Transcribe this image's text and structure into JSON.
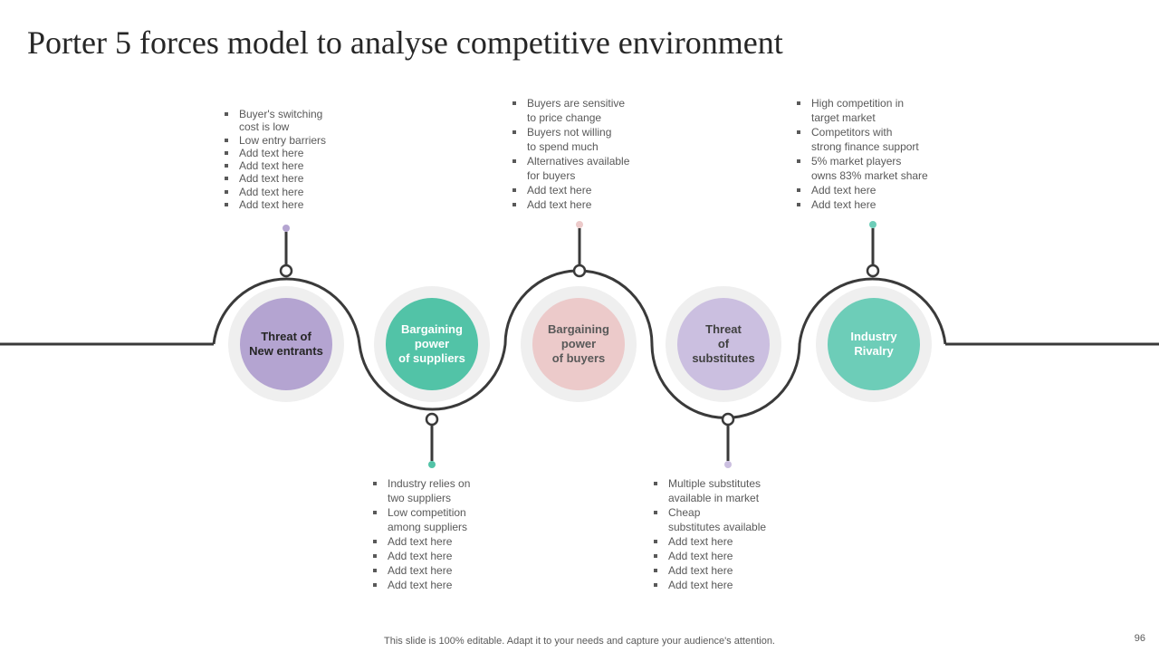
{
  "title": "Porter 5 forces model to analyse competitive environment",
  "colors": {
    "purple": "#b4a4d1",
    "teal": "#52c3a7",
    "pink": "#eccaca",
    "lavender": "#cbbfe0",
    "mint": "#6dcdb8",
    "line": "#3a3a3a",
    "halo": "#efefef"
  },
  "forces": [
    {
      "label": "Threat of\nNew entrants",
      "bullets": [
        "Buyer's switching\ncost is low",
        "Low entry barriers",
        "Add text here",
        "Add text here",
        "Add text here",
        "Add text here",
        "Add text here"
      ]
    },
    {
      "label": "Bargaining\npower\nof suppliers",
      "bullets": [
        "Industry relies on\ntwo suppliers",
        "Low competition\namong suppliers",
        "Add text here",
        "Add text here",
        "Add text here",
        "Add text here"
      ]
    },
    {
      "label": "Bargaining\npower\nof buyers",
      "bullets": [
        "Buyers are sensitive\nto price change",
        "Buyers not willing\nto spend much",
        "Alternatives available\nfor buyers",
        "Add text here",
        "Add text here"
      ]
    },
    {
      "label": "Threat\nof\nsubstitutes",
      "bullets": [
        "Multiple substitutes\navailable in market",
        "Cheap\nsubstitutes available",
        "Add text here",
        "Add text here",
        "Add text here",
        "Add text here"
      ]
    },
    {
      "label": "Industry\nRivalry",
      "bullets": [
        "High competition in\ntarget market",
        "Competitors with\nstrong finance support",
        "5% market players\nowns 83% market share",
        "Add text here",
        "Add text here"
      ]
    }
  ],
  "footer": "This slide is 100% editable. Adapt it to your needs and capture your audience's attention.",
  "page_number": "96"
}
